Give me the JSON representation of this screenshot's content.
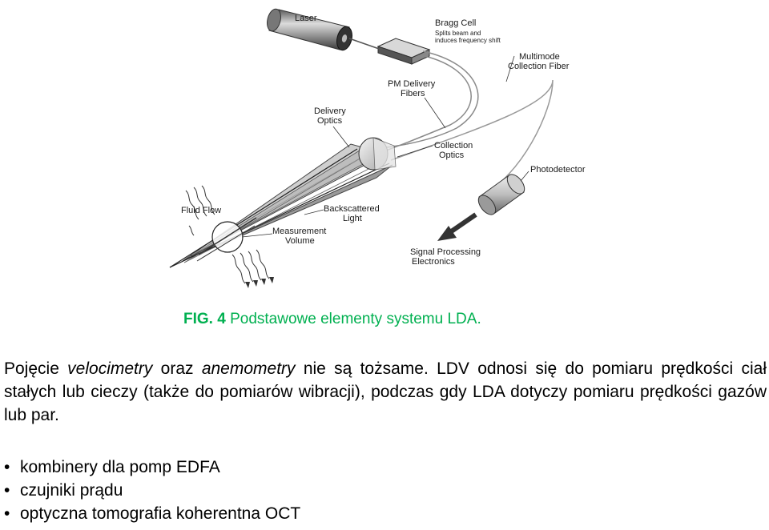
{
  "figure": {
    "labels": {
      "laser": "Laser",
      "bragg_cell": "Bragg Cell",
      "bragg_sub1": "Splits beam and",
      "bragg_sub2": "induces frequency shift",
      "multimode1": "Multimode",
      "multimode2": "Collection Fiber",
      "pm1": "PM Delivery",
      "pm2": "Fibers",
      "delivery1": "Delivery",
      "delivery2": "Optics",
      "collection1": "Collection",
      "collection2": "Optics",
      "photodetector": "Photodetector",
      "fluid_flow": "Fluid Flow",
      "backscattered1": "Backscattered",
      "backscattered2": "Light",
      "measurement1": "Measurement",
      "measurement2": "Volume",
      "signal1": "Signal Processing",
      "signal2": "Electronics"
    }
  },
  "caption": {
    "label": "FIG. 4",
    "text": "Podstawowe elementy systemu LDA."
  },
  "paragraph": {
    "p1": "Pojęcie ",
    "em1": "velocimetry",
    "p2": " oraz ",
    "em2": "anemometry",
    "p3": " nie są tożsame. LDV odnosi się do pomiaru prędkości ciał stałych lub cieczy (także do pomiarów wibracji), podczas gdy LDA dotyczy pomiaru prędkości gazów lub par."
  },
  "bullets": {
    "symbol": "•",
    "items": [
      "kombinery dla pomp EDFA",
      "czujniki prądu",
      "optyczna tomografia koherentna OCT"
    ]
  }
}
